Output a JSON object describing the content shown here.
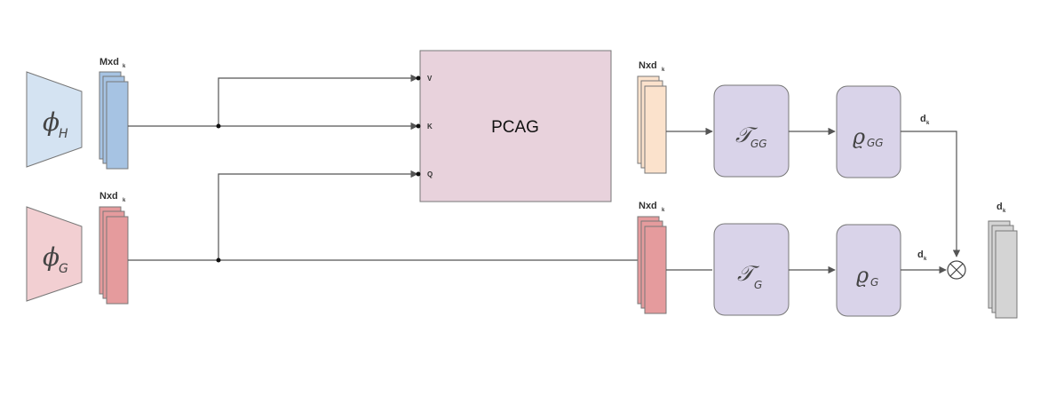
{
  "inputs": {
    "top": {
      "symbol": "ϕ",
      "subscript": "H",
      "color": "#d4e3f2"
    },
    "bottom": {
      "symbol": "ϕ",
      "subscript": "G",
      "color": "#f2cfd2"
    }
  },
  "features": {
    "top": {
      "label": "Mxd",
      "sub": "k",
      "color": "#a6c3e3"
    },
    "bottom": {
      "label": "Nxd",
      "sub": "k",
      "color": "#e59b9d"
    }
  },
  "pcag": {
    "label": "PCAG",
    "color": "#e8d2dc",
    "ports": [
      "V",
      "K",
      "Q"
    ]
  },
  "branch_features": {
    "top": {
      "label": "Nxd",
      "sub": "k",
      "color": "#fbe2cc"
    },
    "bottom": {
      "label": "Nxd",
      "sub": "k",
      "color": "#e59b9d"
    }
  },
  "blocks": {
    "t_gg": {
      "symbol": "𝒯",
      "subscript": "GG",
      "color": "#d9d3e9"
    },
    "rho_gg": {
      "symbol": "ϱ",
      "subscript": "GG",
      "color": "#d9d3e9"
    },
    "t_g": {
      "symbol": "𝒯",
      "subscript": "G",
      "color": "#d9d3e9"
    },
    "rho_g": {
      "symbol": "ϱ",
      "subscript": "G",
      "color": "#d9d3e9"
    }
  },
  "edge_labels": {
    "top_out": {
      "label": "d",
      "sub": "k"
    },
    "bottom_out": {
      "label": "d",
      "sub": "k"
    }
  },
  "combine": {
    "symbol": "⊗"
  },
  "output": {
    "label": "d",
    "sub": "k",
    "color": "#d4d4d4"
  }
}
